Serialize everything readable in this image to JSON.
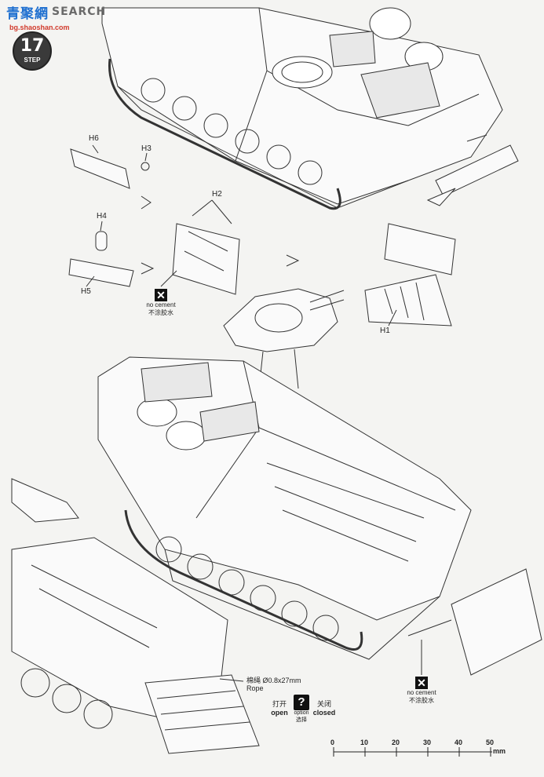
{
  "watermark": {
    "chinese": "青聚網",
    "brand": "SEARCH",
    "url": "bg.shaoshan.com"
  },
  "step": {
    "number": "17",
    "word": "STEP"
  },
  "parts": {
    "h1": "H1",
    "h2": "H2",
    "h3": "H3",
    "h4": "H4",
    "h5": "H5",
    "h6": "H6"
  },
  "no_cement_left": {
    "en": "no cement",
    "cn": "不涂胶水"
  },
  "no_cement_right": {
    "en": "no cement",
    "cn": "不涂胶水"
  },
  "rope": {
    "cn": "棉绳 Ø0.8x27mm",
    "en": "Rope"
  },
  "legend": {
    "open_cn": "打开",
    "open_en": "open",
    "option_mark": "?",
    "option_en": "option",
    "option_cn": "选择",
    "closed_cn": "关闭",
    "closed_en": "closed"
  },
  "scale": {
    "ticks": [
      "0",
      "10",
      "20",
      "30",
      "40",
      "50"
    ],
    "unit": "mm"
  }
}
